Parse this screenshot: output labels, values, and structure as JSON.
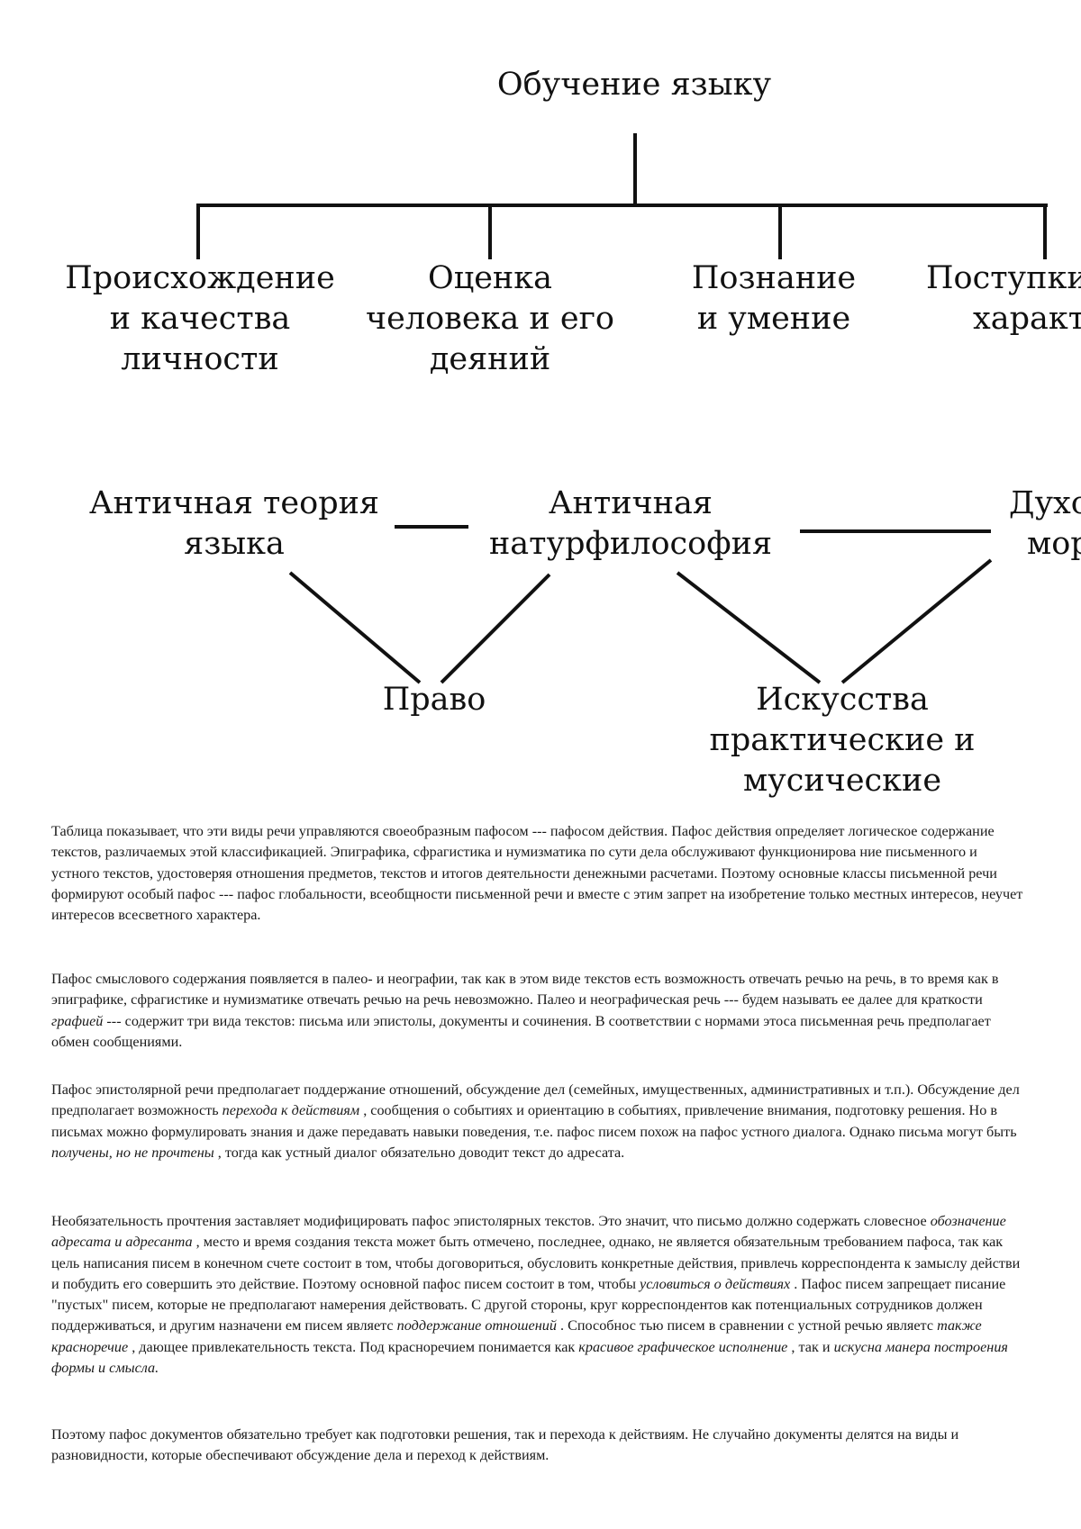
{
  "diagram_top": {
    "root": "Обучение языку",
    "branches": [
      {
        "lines": [
          "Происхождение",
          "и качества",
          "личности"
        ]
      },
      {
        "lines": [
          "Оценка",
          "человека и его",
          "деяний"
        ]
      },
      {
        "lines": [
          "Познание",
          "и умение"
        ]
      },
      {
        "lines": [
          "Поступки",
          "характ"
        ]
      }
    ]
  },
  "diagram_bottom": {
    "node_antique_theory": [
      "Античная теория",
      "языка"
    ],
    "node_natural_philosophy": [
      "Античная",
      "натурфилософия"
    ],
    "node_right_cut": [
      "Духо",
      "мор"
    ],
    "node_law": "Право",
    "node_arts": [
      "Искусства",
      "практические и",
      "мусические"
    ]
  },
  "paragraphs": [
    [
      {
        "t": "Таблица показывает, что эти виды речи управляются своеобразным пафосом --- пафосом действия. Пафос действия определяет логическое содержание текстов, различаемых этой классификацией. Эпиграфика, сфрагистика и нумизматика по сути дела обслуживают функционирова ние письменного и устного текстов, удостоверяя отношения предметов, текстов и итогов деятельности денежными расчетами. Поэтому основные классы письменной речи формируют особый пафос --- пафос глобальности, всеобщности письменной речи и вместе с этим запрет на изобретение только местных интересов, неучет интересов всесветного характера."
      }
    ],
    [
      {
        "t": "Пафос смыслового содержания появляется в палео- и неографии, так как в этом виде текстов есть возможность отвечать речью на речь, в то время как в эпиграфике, сфрагистике и нумизматике отвечать речью на речь невозможно. Палео и неографическая речь --- будем называть ее далее для краткости "
      },
      {
        "t": "графией",
        "i": true
      },
      {
        "t": " --- содержит три вида текстов: письма или эпистолы, документы и сочинения. В соответствии с нормами этоса письменная речь предполагает обмен сообщениями."
      }
    ],
    [
      {
        "t": "Пафос эпистолярной речи предполагает поддержание отношений, обсуждение дел (семейных, имущественных, административных и т.п.). Обсуждение дел предполагает возможность "
      },
      {
        "t": "перехода к действиям",
        "i": true
      },
      {
        "t": " , сообщения о событиях и ориентацию в событиях, привлечение внимания, подготовку решения. Но в письмах можно формулировать знания и даже передавать навыки поведения, т.е. пафос писем похож на пафос устного диалога. Однако письма могут быть "
      },
      {
        "t": "получены, но не прочтены",
        "i": true
      },
      {
        "t": " , тогда как устный диалог обязательно доводит текст до адресата."
      }
    ],
    [
      {
        "t": "Необязательность прочтения заставляет модифицировать пафос эпистолярных текстов. Это значит, что письмо должно содержать словесное "
      },
      {
        "t": "обозначение адресата и адресанта",
        "i": true
      },
      {
        "t": " , место и время создания текста может быть отмечено, последнее, однако, не является обязательным требованием пафоса, так как цель написания писем в конечном счете состоит в том, чтобы договориться, обусловить конкретные действия, привлечь корреспондента к замыслу действи и побудить его совершить это действие. Поэтому основной пафос писем состоит в том, чтобы "
      },
      {
        "t": "условиться о действиях",
        "i": true
      },
      {
        "t": " . Пафос писем запрещает писание \"пустых\" писем, которые не предполагают намерения действовать. С другой стороны, круг корреспондентов как потенциальных сотрудников должен поддерживаться, и другим назначени ем писем являетс "
      },
      {
        "t": "поддержание отношений",
        "i": true
      },
      {
        "t": " . Способнос тью писем в сравнении с устной речью являетс "
      },
      {
        "t": "также красноречие",
        "i": true
      },
      {
        "t": " , дающее привлекательность текста. Под красноречием понимается как "
      },
      {
        "t": "красивое графическое исполнение",
        "i": true
      },
      {
        "t": " , так и "
      },
      {
        "t": "искусна манера построения формы и смысла.",
        "i": true
      }
    ],
    [
      {
        "t": "Поэтому пафос документов обязательно требует как подготовки решения, так и перехода к действиям. Не случайно документы делятся на виды и разновидности, которые обеспечивают обсуждение дела и переход к действиям."
      }
    ]
  ]
}
